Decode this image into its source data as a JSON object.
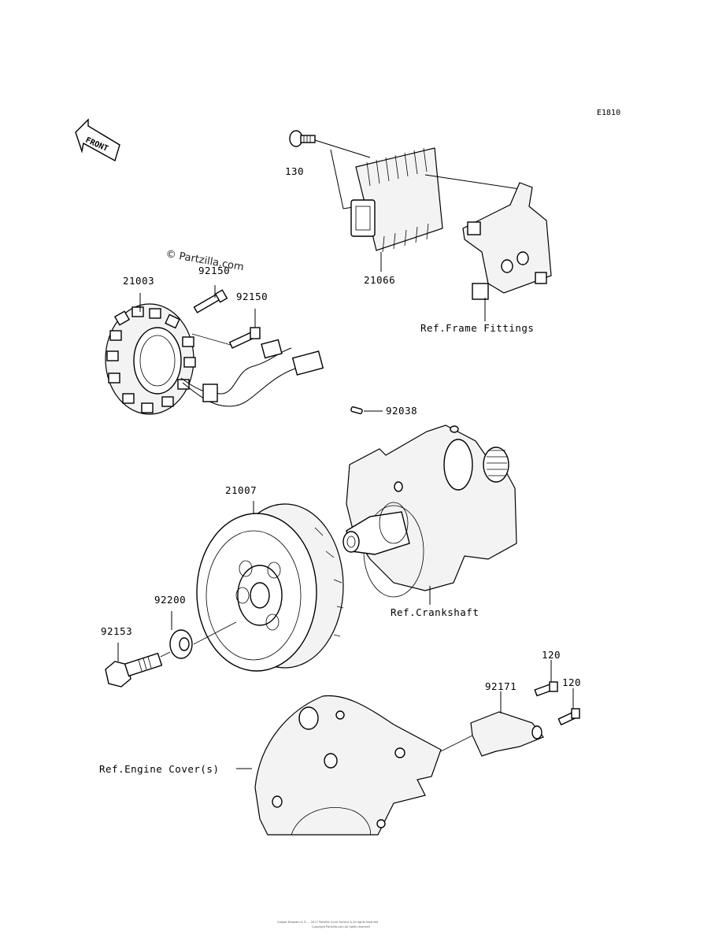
{
  "diagram": {
    "code": "E1810",
    "watermark": "© Partzilla.com",
    "front_arrow_label": "FRONT",
    "parts": {
      "p130": "130",
      "p21066": "21066",
      "ref_frame": "Ref.Frame Fittings",
      "p21003": "21003",
      "p92150a": "92150",
      "p92150b": "92150",
      "p92038": "92038",
      "p21007": "21007",
      "ref_crank": "Ref.Crankshaft",
      "p92200": "92200",
      "p92153": "92153",
      "p120a": "120",
      "p120b": "120",
      "p92171": "92171",
      "ref_engine": "Ref.Engine Cover(s)"
    },
    "footer_line1": "Cooper Diagram is © ... 2017 Partzilla Cycle Service & All rights reserved",
    "footer_line2": "Copyright Partzilla.com  All rights reserved"
  }
}
